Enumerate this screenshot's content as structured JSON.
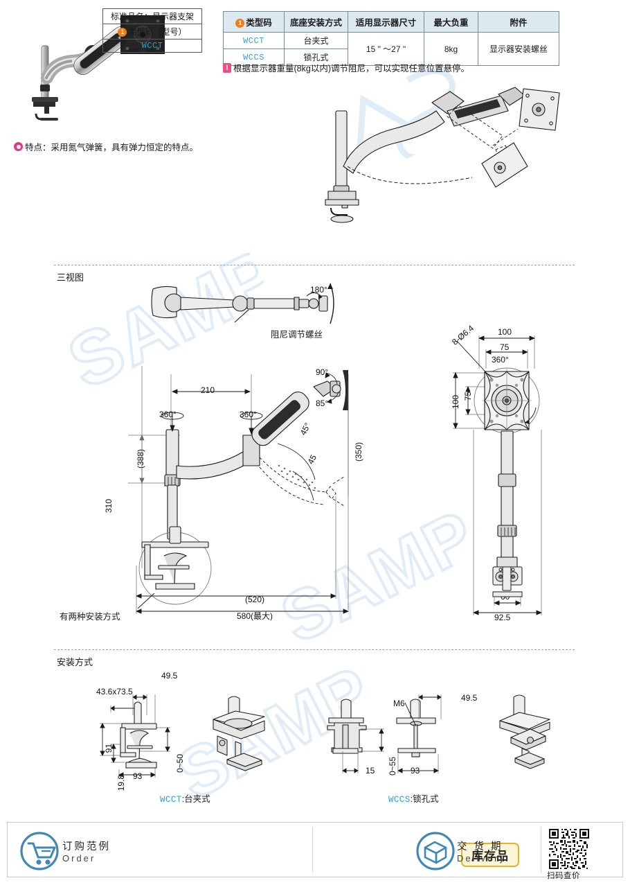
{
  "spec_table": {
    "headers": [
      "类型码",
      "底座安装方式",
      "适用显示器尺寸",
      "最大负重",
      "附件"
    ],
    "header_badge": "1",
    "rows": [
      {
        "code": "WCCT",
        "mount": "台夹式"
      },
      {
        "code": "WCCS",
        "mount": "锁孔式"
      }
    ],
    "size": "15 \" ～27 \"",
    "load": "8kg",
    "accessory": "显示器安装螺丝"
  },
  "note": {
    "badge": "!",
    "text": "根据显示器重量(8kg以内)调节阻尼，可以实现任意位置悬停。"
  },
  "feature": {
    "text": "特点：采用氮气弹簧，具有弹力恒定的特点。"
  },
  "sections": {
    "three_view": "三视图",
    "install": "安装方式"
  },
  "three_view": {
    "top_angle": "180°",
    "damper_label": "阻尼调节螺丝"
  },
  "front_view": {
    "d210": "210",
    "rot_left": "360°",
    "rot_mid": "360°",
    "h388": "(388)",
    "h310": "310",
    "a90": "90°",
    "a85": "85°",
    "a45a": "45°",
    "a45b": "45",
    "h350": "(350)",
    "d520": "(520)",
    "d580": "580(最大)",
    "clamp_note": "有两种安装方式"
  },
  "side_view": {
    "w100_top": "100",
    "w75_top": "75",
    "rot360": "360°",
    "holes": "8-Ø6.4",
    "h100": "100",
    "h75": "75",
    "w60": "60",
    "w92_5": "92.5"
  },
  "install_left": {
    "d43_6x73_5": "43.6x73.5",
    "d49_5": "49.5",
    "d91": "91",
    "d19_8": "19.8",
    "d0_50": "0~50",
    "d93": "93",
    "caption_code": "WCCT",
    "caption_text": ":台夹式"
  },
  "install_right": {
    "d15": "15",
    "d0_55": "0~55",
    "m6": "M6",
    "d49_5": "49.5",
    "d93": "93",
    "caption_code": "WCCS",
    "caption_text": ":锁孔式"
  },
  "footer": {
    "order_cn": "订购范例",
    "order_en": "Order",
    "table": {
      "name_row": "标准品名：显示器支架",
      "type_row": "类型码（型号）",
      "type_badge": "1",
      "value_row": "WCCT"
    },
    "delivery_cn": "交 货 期",
    "delivery_en": "Delivery",
    "stock_badge": "库存品",
    "qr_caption": "扫码查价"
  },
  "watermarks": [
    "SAMPLE",
    "SAMPLE",
    "SAMPLE",
    "SAMPLE"
  ],
  "colors": {
    "accent_blue": "#2f9fd8",
    "badge_orange": "#ef7d1a",
    "badge_pink": "#e8338c",
    "note_pink": "#e8507f",
    "header_bg": "#dce9f0",
    "stock_yellow": "#e6b422",
    "watermark": "#dcebf5"
  }
}
